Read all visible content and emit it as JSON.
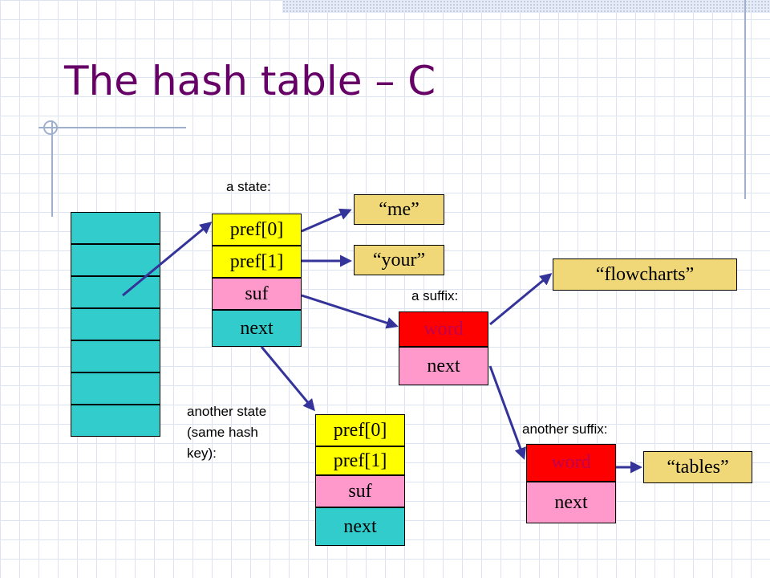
{
  "title": "The hash table – C",
  "labels": {
    "a_state": "a state:",
    "a_suffix": "a suffix:",
    "another_state": [
      "another state",
      "(same hash",
      "key):"
    ],
    "another_suffix": "another suffix:"
  },
  "state1": {
    "pref0": "pref[0]",
    "pref1": "pref[1]",
    "suf": "suf",
    "next": "next"
  },
  "state2": {
    "pref0": "pref[0]",
    "pref1": "pref[1]",
    "suf": "suf",
    "next": "next"
  },
  "suffix1": {
    "word": "word",
    "next": "next"
  },
  "suffix2": {
    "word": "word",
    "next": "next"
  },
  "strings": {
    "me": "“me”",
    "your": "“your”",
    "flowcharts": "“flowcharts”",
    "tables": "“tables”"
  },
  "hash_table": {
    "cells": 7
  },
  "colors": {
    "title": "#660066",
    "prefix_fill": "#ffff00",
    "suf_fill": "#ff99cc",
    "next_fill": "#33cccc",
    "word_fill": "#ff0000",
    "string_fill": "#f0d878",
    "arrow": "#333399"
  }
}
